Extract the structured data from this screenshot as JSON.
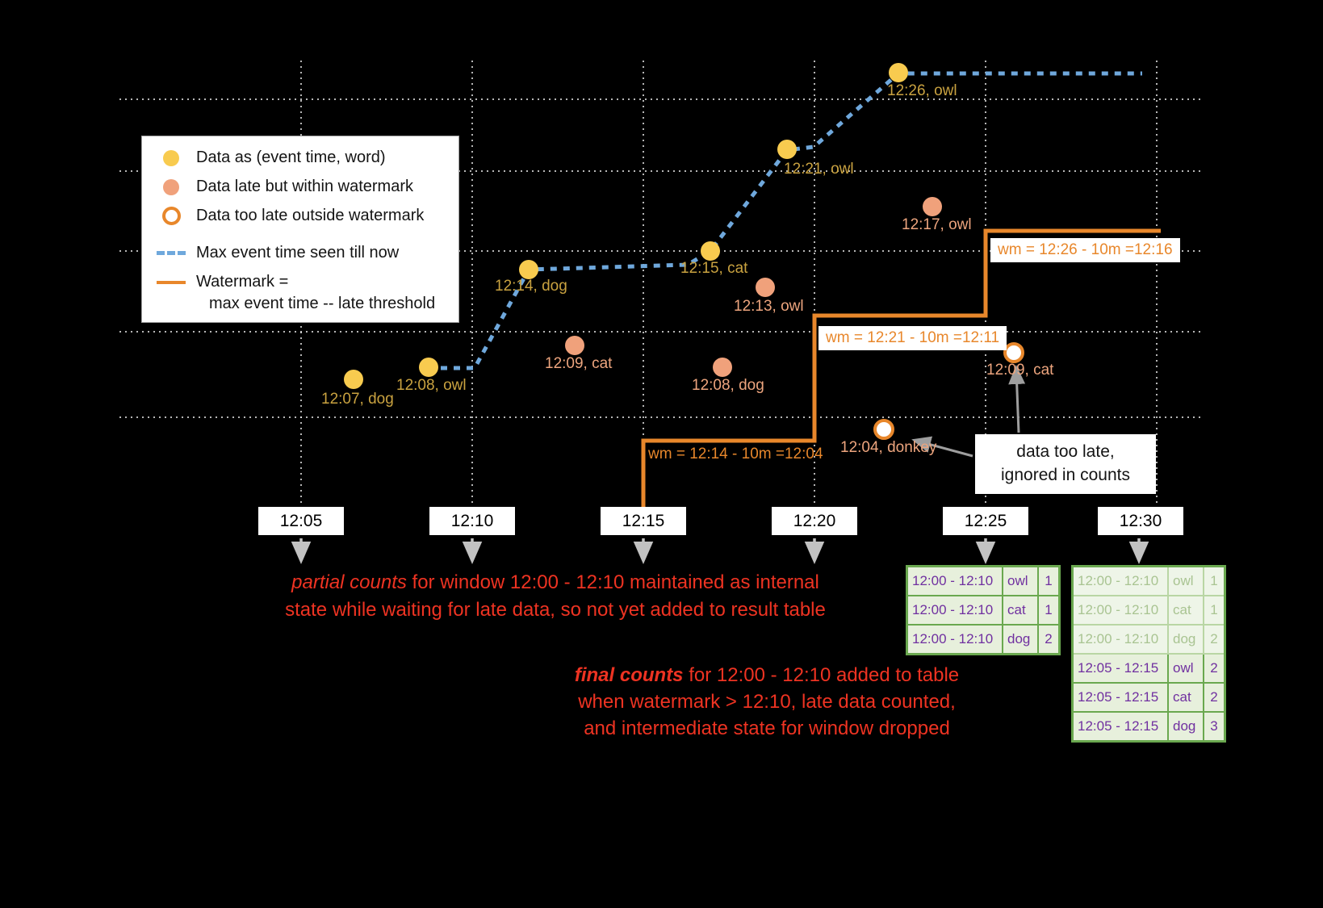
{
  "legend": {
    "on_time": "Data as (event time, word)",
    "late": "Data late but within watermark",
    "too_late": "Data too late outside watermark",
    "max_event": "Max event time seen till now",
    "watermark_1": "Watermark =",
    "watermark_2": "max event time -- late threshold"
  },
  "axis": {
    "ticks": [
      "12:05",
      "12:10",
      "12:15",
      "12:20",
      "12:25",
      "12:30"
    ]
  },
  "points": {
    "on_time": [
      {
        "label": "12:07, dog"
      },
      {
        "label": "12:08, owl"
      },
      {
        "label": "12:14, dog"
      },
      {
        "label": "12:15, cat"
      },
      {
        "label": "12:21, owl"
      },
      {
        "label": "12:26, owl"
      }
    ],
    "late": [
      {
        "label": "12:09, cat"
      },
      {
        "label": "12:08, dog"
      },
      {
        "label": "12:13, owl"
      },
      {
        "label": "12:17, owl"
      }
    ],
    "too_late": [
      {
        "label": "12:04, donkey"
      },
      {
        "label": "12:09, cat"
      }
    ]
  },
  "watermarks": [
    {
      "label": "wm = 12:14 - 10m =12:04"
    },
    {
      "label": "wm = 12:21 - 10m =12:11"
    },
    {
      "label": "wm = 12:26 - 10m =12:16"
    }
  ],
  "callout": {
    "line1": "data too late,",
    "line2": "ignored in counts"
  },
  "notes": {
    "partial_lead": "partial counts",
    "partial_line1_rest": " for window 12:00 - 12:10 maintained as internal",
    "partial_line2": "state while waiting for late data, so not yet added  to result table",
    "final_lead": "final counts",
    "final_line1_rest": " for 12:00 - 12:10 added to table",
    "final_line2": "when watermark > 12:10, late data counted,",
    "final_line3": "and intermediate state for window dropped"
  },
  "result_table_1": {
    "rows": [
      {
        "window": "12:00 - 12:10",
        "word": "owl",
        "count": "1"
      },
      {
        "window": "12:00 - 12:10",
        "word": "cat",
        "count": "1"
      },
      {
        "window": "12:00 - 12:10",
        "word": "dog",
        "count": "2"
      }
    ]
  },
  "result_table_2": {
    "faded_rows": [
      {
        "window": "12:00 - 12:10",
        "word": "owl",
        "count": "1"
      },
      {
        "window": "12:00 - 12:10",
        "word": "cat",
        "count": "1"
      },
      {
        "window": "12:00 - 12:10",
        "word": "dog",
        "count": "2"
      }
    ],
    "rows": [
      {
        "window": "12:05 - 12:15",
        "word": "owl",
        "count": "2"
      },
      {
        "window": "12:05 - 12:15",
        "word": "cat",
        "count": "2"
      },
      {
        "window": "12:05 - 12:15",
        "word": "dog",
        "count": "3"
      }
    ]
  },
  "colors": {
    "on_time_point": "#f8cb4f",
    "late_point": "#f0a17b",
    "too_late_ring": "#e8872b",
    "max_event_line": "#6fa8dc",
    "watermark_line": "#e8872b",
    "table_green": "#6aa84f",
    "table_text_purple": "#7030a0",
    "note_red": "#ee3322",
    "background": "#000000"
  }
}
